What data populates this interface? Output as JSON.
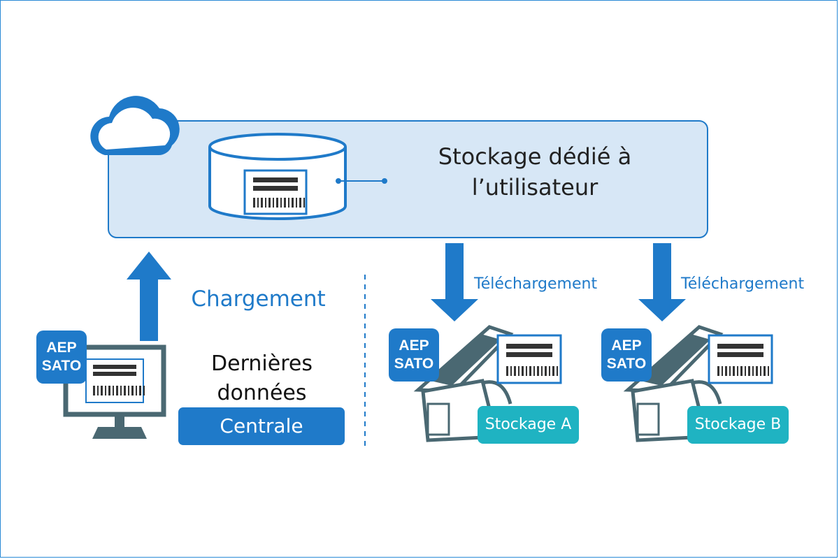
{
  "storage": {
    "title_line1": "Stockage dédié à",
    "title_line2": "l’utilisateur"
  },
  "upload": {
    "label": "Chargement"
  },
  "central": {
    "latest_line1": "Dernières",
    "latest_line2": "données",
    "badge": "Centrale"
  },
  "download": {
    "label": "Téléchargement"
  },
  "badges": {
    "aep_line1": "AEP",
    "aep_line2": "SATO"
  },
  "printers": [
    {
      "label": "Stockage A"
    },
    {
      "label": "Stockage B"
    }
  ],
  "colors": {
    "blue": "#1f7ac9",
    "teal": "#1fb3c2",
    "panel": "#d7e7f6",
    "slate": "#4a6872"
  }
}
